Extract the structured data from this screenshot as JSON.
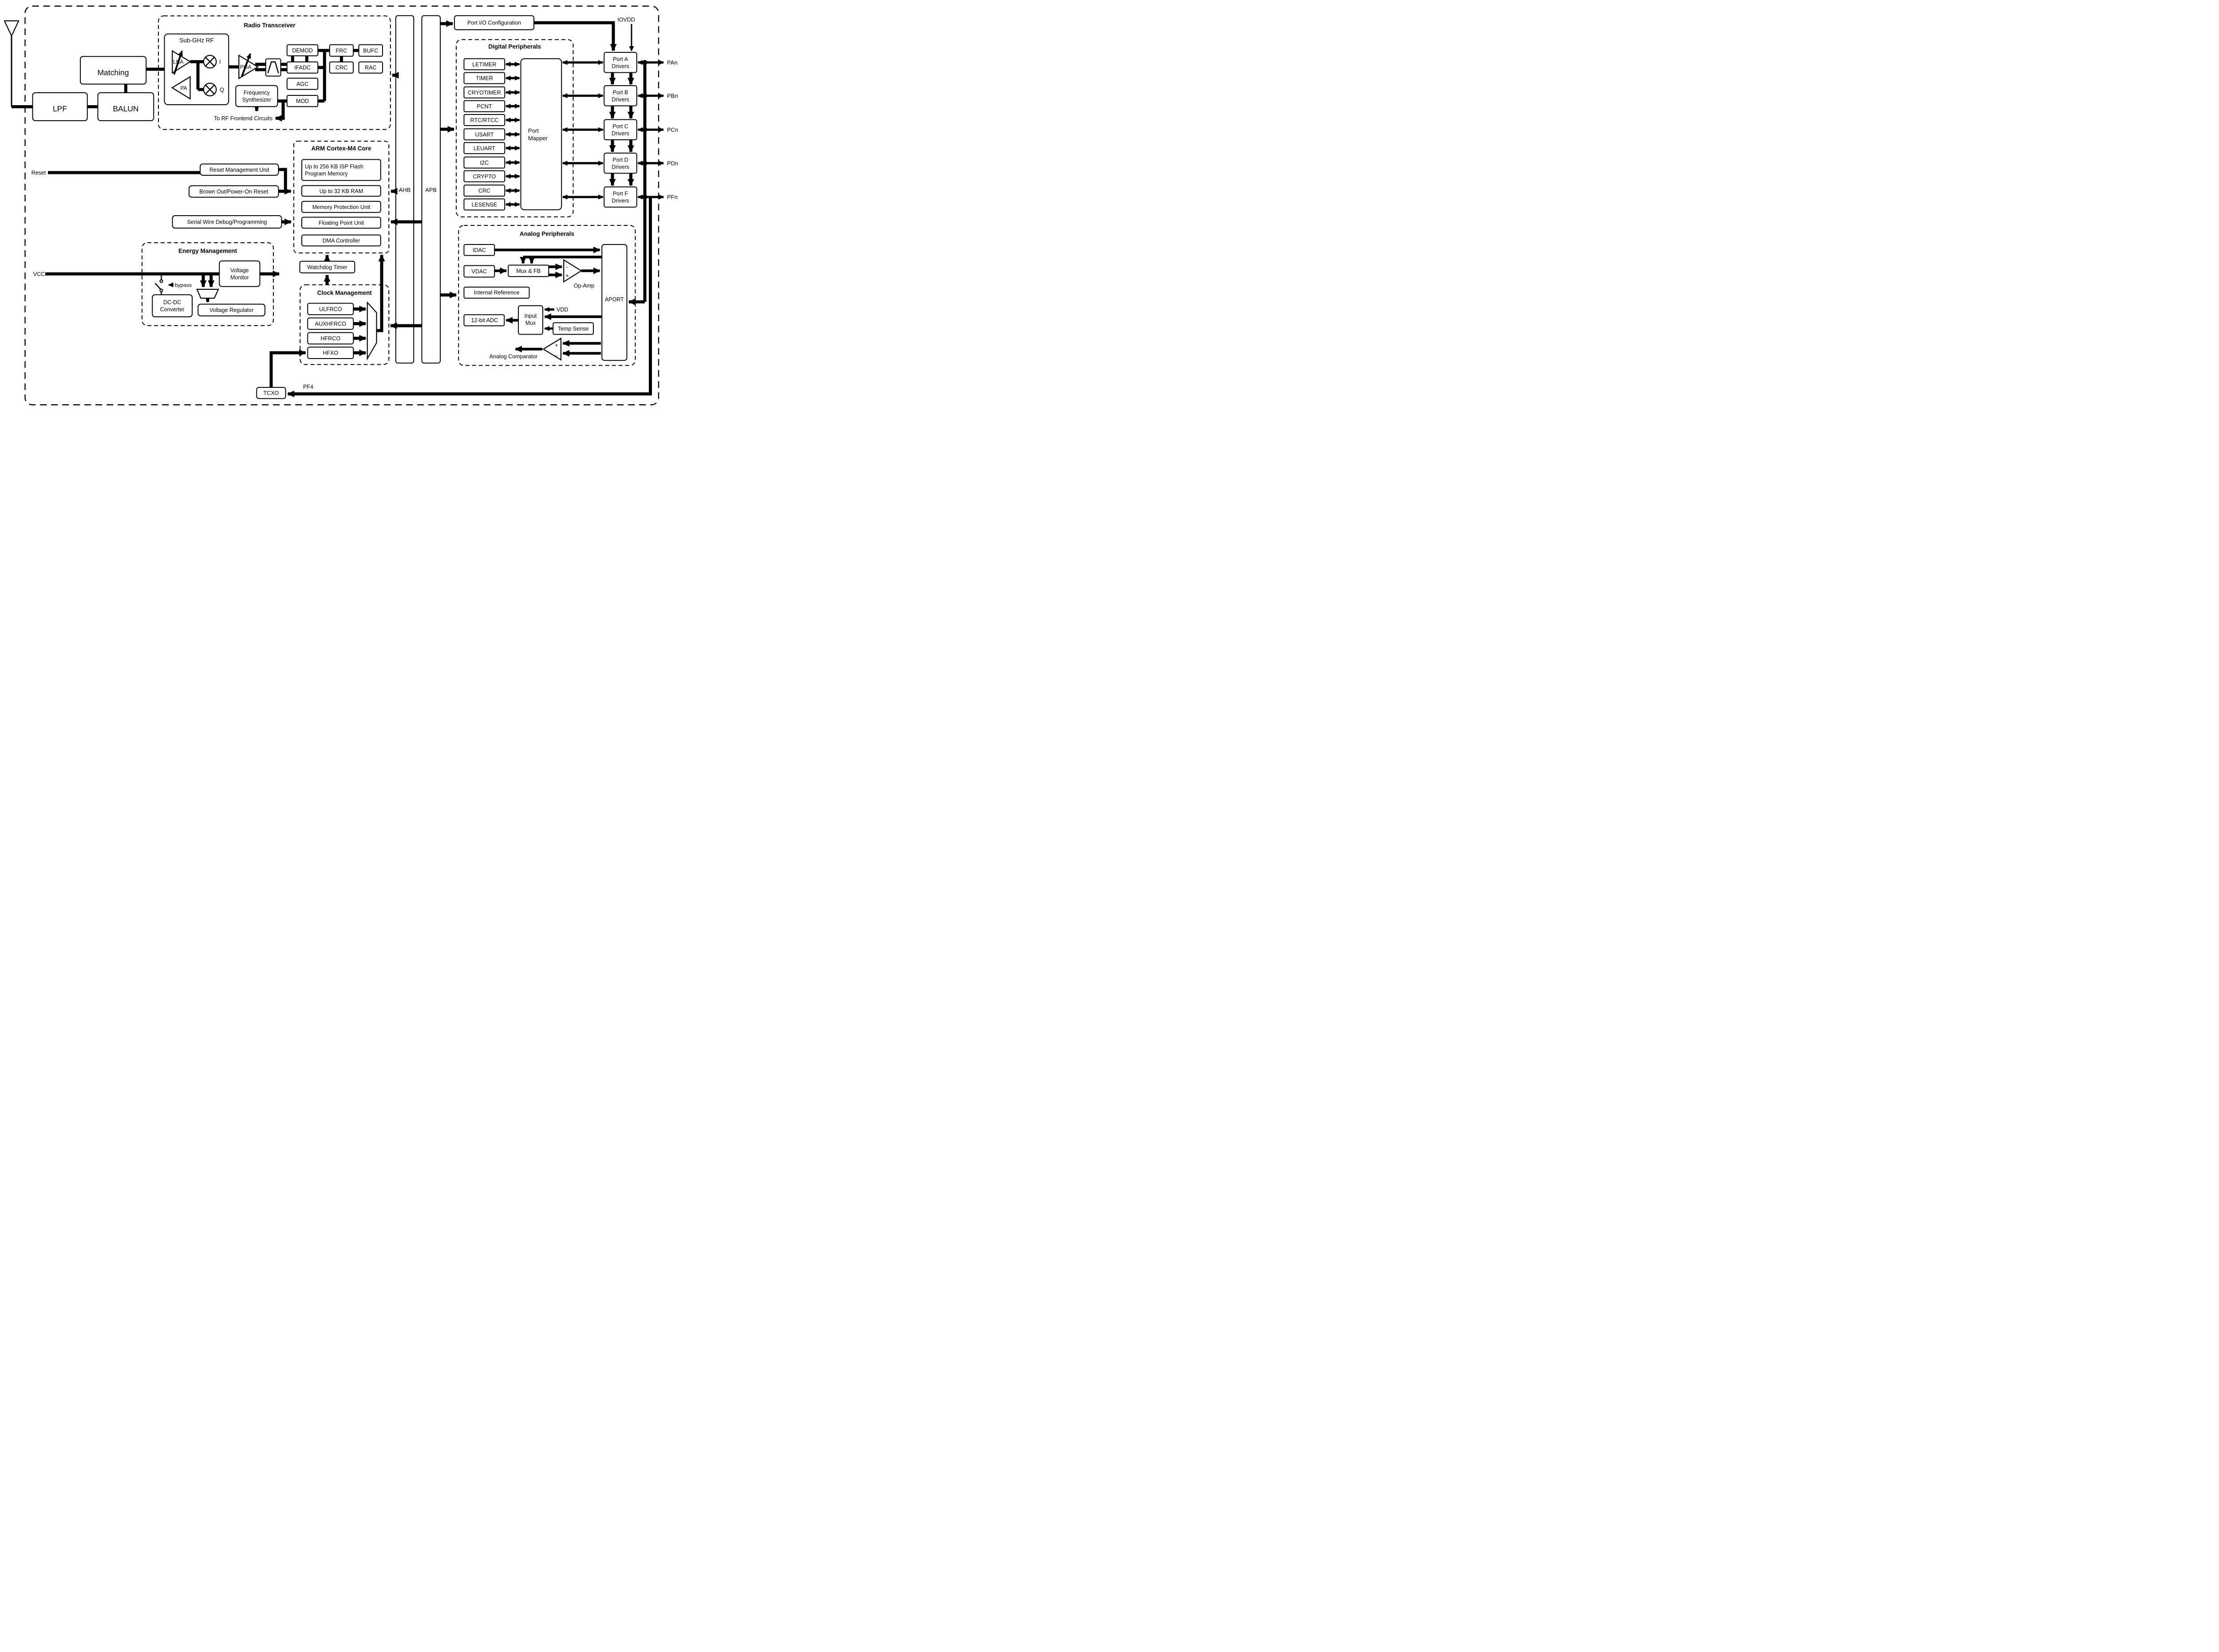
{
  "colors": {
    "ink": "#000000",
    "background": "#ffffff"
  },
  "rf_frontend": {
    "matching": "Matching",
    "lpf": "LPF",
    "balun": "BALUN"
  },
  "radio": {
    "title": "Radio Transceiver",
    "subghz": "Sub-GHz RF",
    "lna": "LNA",
    "pa": "PA",
    "mixer_i": "I",
    "mixer_q": "Q",
    "pga": "PGA",
    "demod": "DEMOD",
    "ifadc": "IFADC",
    "agc": "AGC",
    "mod": "MOD",
    "freq_synth_line1": "Frequency",
    "freq_synth_line2": "Synthesizer",
    "frc": "FRC",
    "crc": "CRC",
    "bufc": "BUFC",
    "rac": "RAC",
    "to_rf_frontend": "To RF Frontend Circuits"
  },
  "cpu": {
    "title": "ARM Cortex-M4 Core",
    "flash_line1": "Up to 256 KB ISP Flash",
    "flash_line2": "Program Memory",
    "ram": "Up to 32 KB RAM",
    "mpu": "Memory Protection Unit",
    "fpu": "Floating Point Unit",
    "dma": "DMA Controller"
  },
  "reset": {
    "pin": "Reset",
    "rmu": "Reset Management Unit",
    "bod": "Brown Out/Power-On Reset",
    "swd": "Serial Wire Debug/Programming"
  },
  "energy": {
    "title": "Energy Management",
    "vcc": "VCC",
    "bypass": "bypass",
    "dcdc_line1": "DC-DC",
    "dcdc_line2": "Converter",
    "vmon_line1": "Voltage",
    "vmon_line2": "Monitor",
    "vreg": "Voltage Regulator"
  },
  "watchdog": {
    "label": "Watchdog Timer"
  },
  "clock": {
    "title": "Clock Management",
    "oscillators": [
      "ULFRCO",
      "AUXHFRCO",
      "HFRCO",
      "HFXO"
    ],
    "tcxo": "TCXO",
    "pf4": "PF4"
  },
  "buses": {
    "ahb": "AHB",
    "apb": "APB"
  },
  "pio": {
    "config": "Port I/O Configuration",
    "iovdd": "IOVDD"
  },
  "digital": {
    "title": "Digital Peripherals",
    "peripherals": [
      "LETIMER",
      "TIMER",
      "CRYOTIMER",
      "PCNT",
      "RTC/RTCC",
      "USART",
      "LEUART",
      "I2C",
      "CRYPTO",
      "CRC",
      "LESENSE"
    ],
    "port_mapper_line1": "Port",
    "port_mapper_line2": "Mapper"
  },
  "ports": {
    "drivers": [
      {
        "line1": "Port A",
        "line2": "Drivers",
        "pin": "PAn"
      },
      {
        "line1": "Port B",
        "line2": "Drivers",
        "pin": "PBn"
      },
      {
        "line1": "Port C",
        "line2": "Drivers",
        "pin": "PCn"
      },
      {
        "line1": "Port D",
        "line2": "Drivers",
        "pin": "PDn"
      },
      {
        "line1": "Port F",
        "line2": "Drivers",
        "pin": "PFn"
      }
    ]
  },
  "analog": {
    "title": "Analog Peripherals",
    "idac": "IDAC",
    "vdac": "VDAC",
    "mux_fb": "Mux & FB",
    "opamp": "Op-Amp",
    "opamp_minus": "-",
    "opamp_plus": "+",
    "internal_ref": "Internal Reference",
    "adc": "12-bit ADC",
    "input_mux_line1": "Input",
    "input_mux_line2": "Mux",
    "vdd": "VDD",
    "temp_sense": "Temp Sense",
    "comparator": "Analog Comparator",
    "comp_plus": "+",
    "comp_minus": "-",
    "aport": "APORT"
  }
}
